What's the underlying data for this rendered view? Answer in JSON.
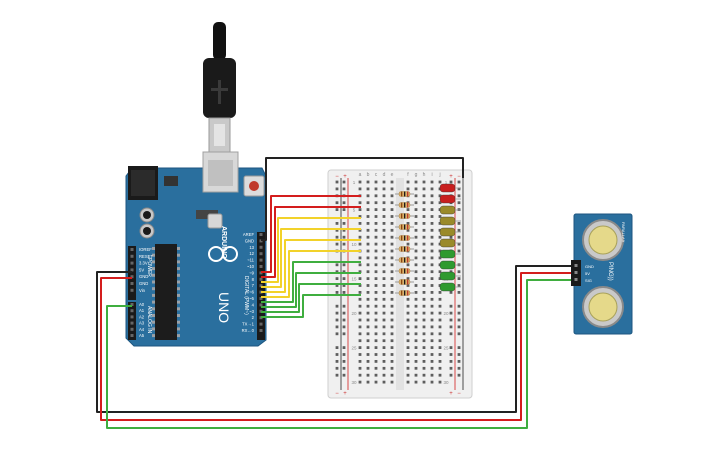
{
  "arduino": {
    "brand": "ARDUINO",
    "model": "UNO",
    "digital_header": "DIGITAL (PWM~)",
    "analog_header": "ANALOG IN",
    "power_header": "POWER",
    "power_pins": [
      "IOREF",
      "RESET",
      "3.3V",
      "5V",
      "GND",
      "GND",
      "Vin"
    ],
    "analog_pins": [
      "A0",
      "A1",
      "A2",
      "A3",
      "A4",
      "A5"
    ],
    "digital_pins": [
      "AREF",
      "GND",
      "13",
      "12",
      "~11",
      "~10",
      "~9",
      "8",
      "7",
      "~6",
      "~5",
      "4",
      "~3",
      "2",
      "TX→1",
      "RX←0"
    ],
    "reset_label": "RESET"
  },
  "breadboard": {
    "left_cols": [
      "a",
      "b",
      "c",
      "d",
      "e"
    ],
    "right_cols": [
      "f",
      "g",
      "h",
      "i",
      "j"
    ],
    "row_labels": [
      "1",
      "5",
      "10",
      "15",
      "20",
      "25",
      "30"
    ],
    "rail_plus": "+",
    "rail_minus": "−"
  },
  "sensor": {
    "name": "PING))",
    "pins": [
      "GND",
      "5V",
      "SIG"
    ],
    "text_top": "PARALLAX"
  },
  "colors": {
    "board": "#2a6f9e",
    "wire_red": "#d41d1d",
    "wire_black": "#222222",
    "wire_yellow": "#f2d22a",
    "wire_green": "#3fae3f",
    "led_red": "#c81e1e",
    "led_yellow": "#9a8a2a",
    "led_green": "#2f9a2f"
  }
}
